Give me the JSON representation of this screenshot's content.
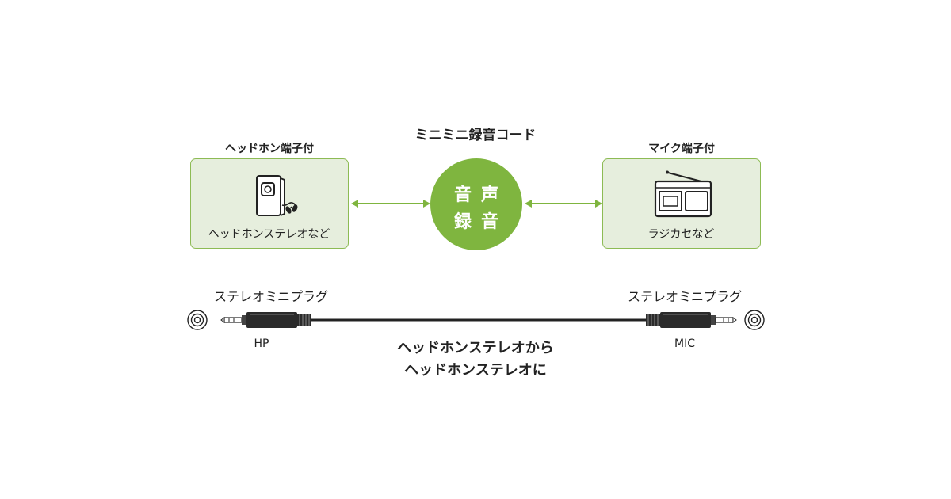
{
  "title": "ミニミニ録音コード",
  "left_device": {
    "header": "ヘッドホン端子付",
    "caption": "ヘッドホンステレオなど",
    "icon": "portable-player-icon"
  },
  "right_device": {
    "header": "マイク端子付",
    "caption": "ラジカセなど",
    "icon": "radio-cassette-icon"
  },
  "center": {
    "line1": "音声",
    "line2": "録音"
  },
  "cable": {
    "left_plug_label": "ステレオミニプラグ",
    "right_plug_label": "ステレオミニプラグ",
    "left_end": "HP",
    "right_end": "MIC",
    "description_line1": "ヘッドホンステレオから",
    "description_line2": "ヘッドホンステレオに"
  },
  "colors": {
    "accent": "#7fb53f",
    "box_fill": "#e6eedd",
    "box_border": "#8dbb54",
    "cable": "#222222"
  }
}
